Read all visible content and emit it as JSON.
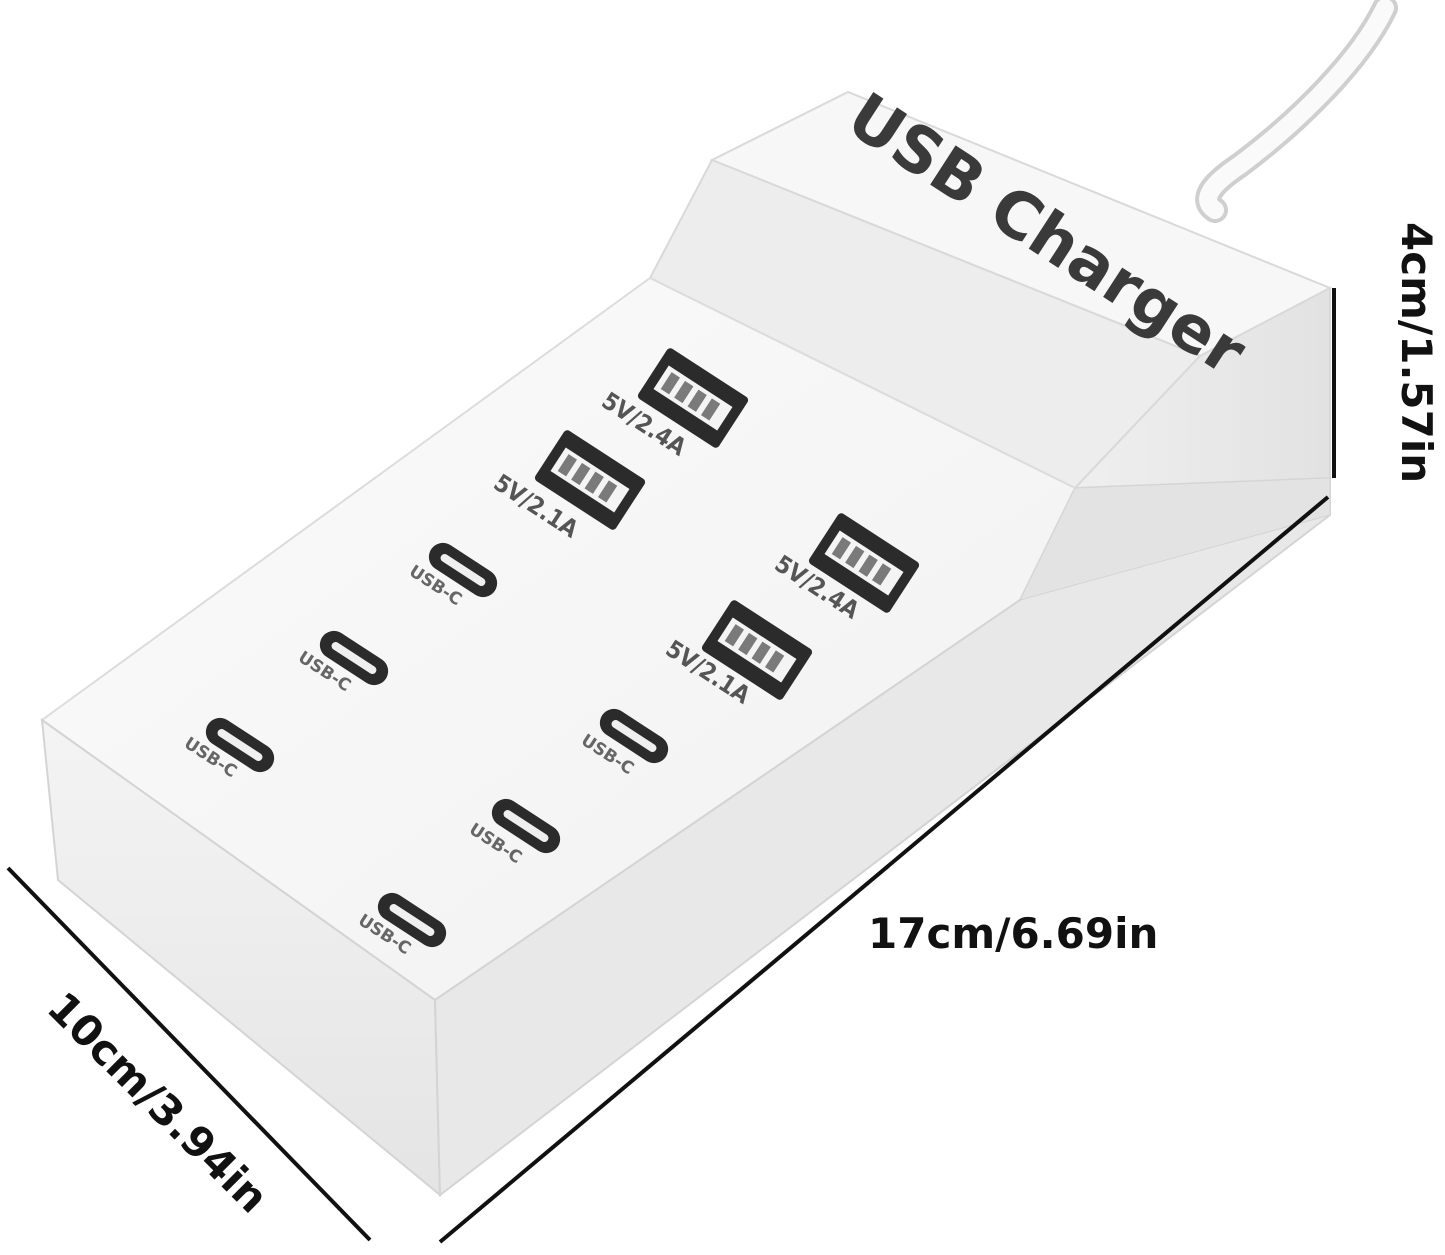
{
  "product": {
    "brand_text": "USB Charger",
    "body_color": "#f2f2f2",
    "port_color": "#2a2a2a"
  },
  "dimensions": {
    "length": "17cm/6.69in",
    "width": "10cm/3.94in",
    "height": "4cm/1.57in"
  },
  "usb_a_ports": [
    {
      "label": "5V/2.4A"
    },
    {
      "label": "5V/2.1A"
    },
    {
      "label": "5V/2.4A"
    },
    {
      "label": "5V/2.1A"
    }
  ],
  "usb_c_ports": [
    {
      "label": "USB-C"
    },
    {
      "label": "USB-C"
    },
    {
      "label": "USB-C"
    },
    {
      "label": "USB-C"
    },
    {
      "label": "USB-C"
    },
    {
      "label": "USB-C"
    }
  ]
}
